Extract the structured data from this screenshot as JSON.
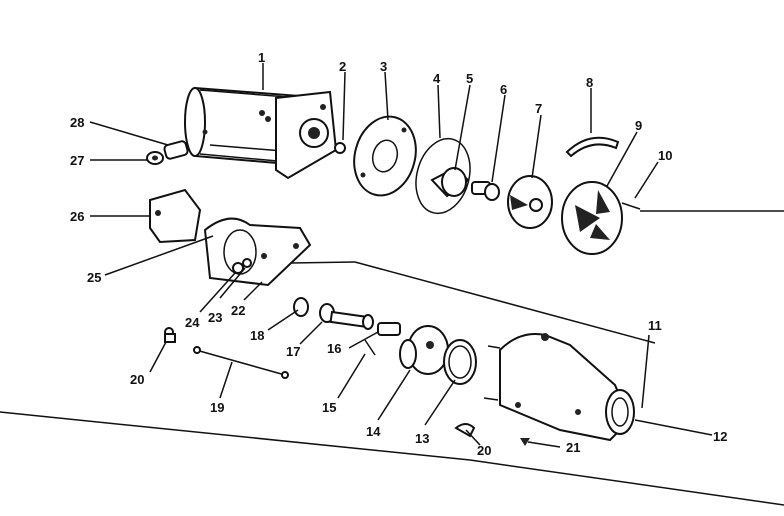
{
  "diagram": {
    "callouts": [
      {
        "id": "c1",
        "text": "1"
      },
      {
        "id": "c2",
        "text": "2"
      },
      {
        "id": "c3",
        "text": "3"
      },
      {
        "id": "c4",
        "text": "4"
      },
      {
        "id": "c5",
        "text": "5"
      },
      {
        "id": "c6",
        "text": "6"
      },
      {
        "id": "c7",
        "text": "7"
      },
      {
        "id": "c8",
        "text": "8"
      },
      {
        "id": "c9",
        "text": "9"
      },
      {
        "id": "c10",
        "text": "10"
      },
      {
        "id": "c11",
        "text": "11"
      },
      {
        "id": "c12",
        "text": "12"
      },
      {
        "id": "c13",
        "text": "13"
      },
      {
        "id": "c14",
        "text": "14"
      },
      {
        "id": "c15",
        "text": "15"
      },
      {
        "id": "c16",
        "text": "16"
      },
      {
        "id": "c17",
        "text": "17"
      },
      {
        "id": "c18",
        "text": "18"
      },
      {
        "id": "c19",
        "text": "19"
      },
      {
        "id": "c20a",
        "text": "20"
      },
      {
        "id": "c20b",
        "text": "20"
      },
      {
        "id": "c21",
        "text": "21"
      },
      {
        "id": "c22",
        "text": "22"
      },
      {
        "id": "c23",
        "text": "23"
      },
      {
        "id": "c24",
        "text": "24"
      },
      {
        "id": "c25",
        "text": "25"
      },
      {
        "id": "c26",
        "text": "26"
      },
      {
        "id": "c27",
        "text": "27"
      },
      {
        "id": "c28",
        "text": "28"
      }
    ]
  }
}
